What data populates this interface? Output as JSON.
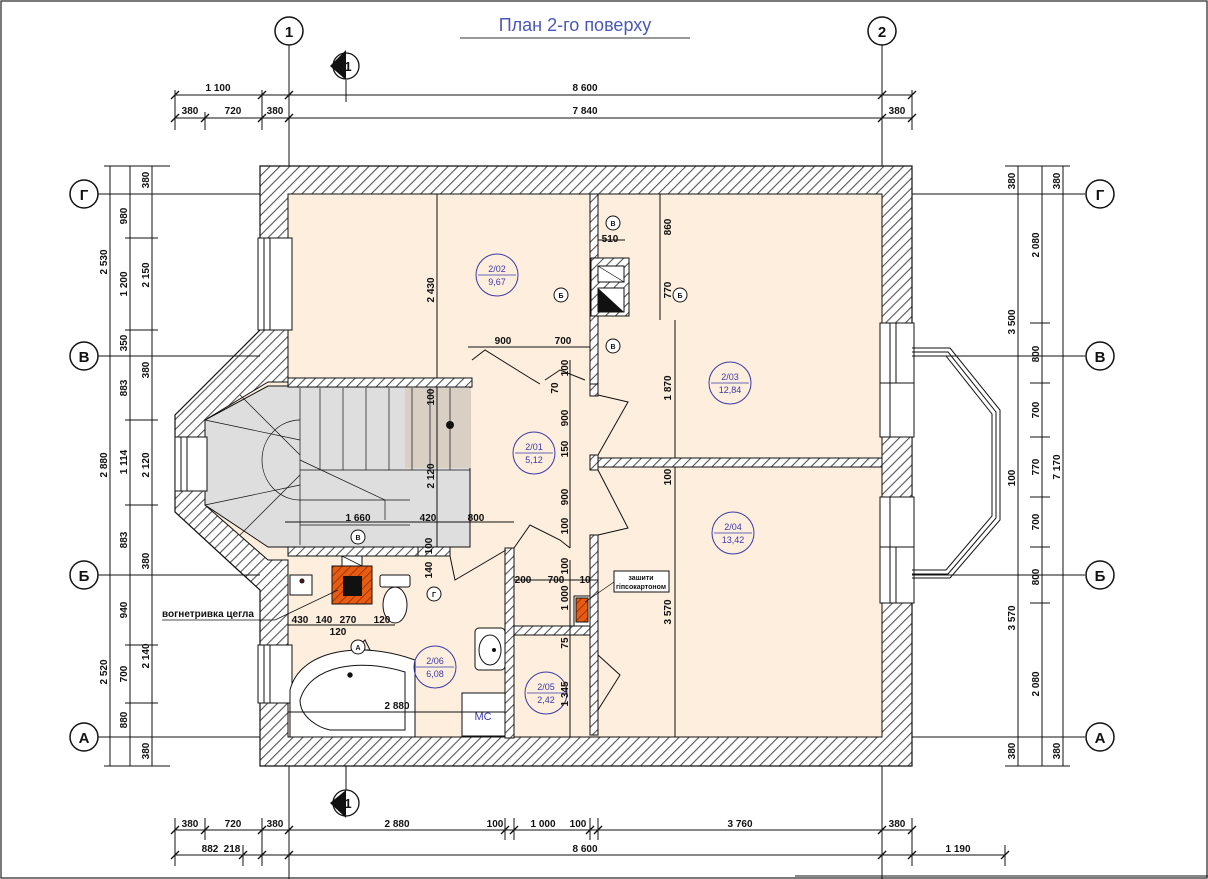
{
  "title": "План 2-го поверху",
  "axes": {
    "a1": "1",
    "a2": "2",
    "g": "Г",
    "v": "В",
    "b": "Б",
    "a": "А"
  },
  "section": {
    "num": "1"
  },
  "marks": {
    "v": "В",
    "b": "Б",
    "g": "Г",
    "a": "А"
  },
  "top_dims": {
    "d1100": "1 100",
    "d8600": "8 600",
    "d380a": "380",
    "d720": "720",
    "d380b": "380",
    "d7840": "7 840",
    "d380c": "380"
  },
  "bottom_dims": {
    "d380a": "380",
    "d720": "720",
    "d380b": "380",
    "d2880": "2 880",
    "d100a": "100",
    "d1000": "1 000",
    "d100b": "100",
    "d3760": "3 760",
    "d380c": "380",
    "d882": "882",
    "d218": "218",
    "d8600": "8 600",
    "d1190": "1 190"
  },
  "left_dims": {
    "d380a": "380",
    "d980": "980",
    "d1200": "1 200",
    "d350": "350",
    "d2530": "2 530",
    "d2150": "2 150",
    "d380b": "380",
    "d883a": "883",
    "d1114": "1 114",
    "d883b": "883",
    "d2880": "2 880",
    "d2120": "2 120",
    "d380c": "380",
    "d940": "940",
    "d700": "700",
    "d880": "880",
    "d2520": "2 520",
    "d2140": "2 140",
    "d380d": "380"
  },
  "right_dims": {
    "d380a": "380",
    "d380b": "380",
    "d2080a": "2 080",
    "d3500": "3 500",
    "d800a": "800",
    "d700a": "700",
    "d770": "770",
    "d700b": "700",
    "d800b": "800",
    "d100": "100",
    "d7170": "7 170",
    "d3570": "3 570",
    "d2080b": "2 080",
    "d380c": "380",
    "d380d": "380"
  },
  "inner_dims": {
    "d2430": "2 430",
    "d900a": "900",
    "d700a": "700",
    "d510": "510",
    "d860": "860",
    "d770": "770",
    "d1870": "1 870",
    "d100a": "100",
    "d100b": "100",
    "d70": "70",
    "d900b": "900",
    "d150": "150",
    "d2120": "2 120",
    "d1660": "1 660",
    "d420": "420",
    "d800": "800",
    "d100c": "100",
    "d900c": "900",
    "d100d": "100",
    "d200": "200",
    "d700b": "700",
    "d10": "10",
    "d1000": "1 000",
    "d75": "75",
    "d1345": "1 345",
    "d3570": "3 570",
    "d100e": "100",
    "d140": "140",
    "d2880": "2 880",
    "d430": "430",
    "d140b": "140",
    "d270": "270",
    "d120a": "120",
    "d120b": "120",
    "d100f": "100"
  },
  "rooms": [
    {
      "num": "2/02",
      "area": "9,67"
    },
    {
      "num": "2/03",
      "area": "12,84"
    },
    {
      "num": "2/01",
      "area": "5,12"
    },
    {
      "num": "2/04",
      "area": "13,42"
    },
    {
      "num": "2/06",
      "area": "6,08"
    },
    {
      "num": "2/05",
      "area": "2,42"
    }
  ],
  "notes": {
    "fire": "вогнетривка цегла",
    "sheath1": "зашити",
    "sheath2": "гіпсокартоном",
    "mc": "МС"
  },
  "colors": {
    "room_fill": "#fdeedd",
    "stair_fill": "#dedede",
    "title_color": "#4a58b6",
    "room_label_color": "#3a3aa8",
    "stove_color": "#e85c12"
  }
}
